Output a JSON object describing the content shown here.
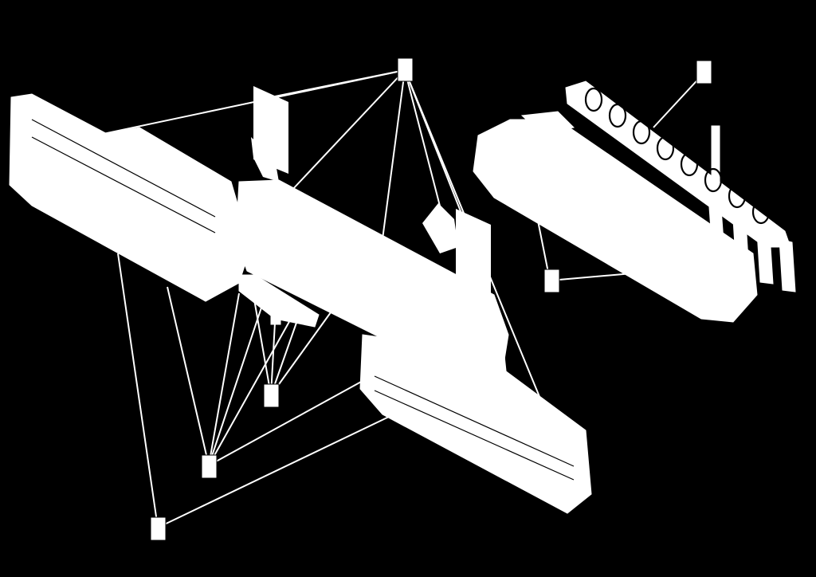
{
  "diagram": {
    "background_color": "#000000",
    "foreground_color": "#ffffff",
    "description_labels": [],
    "parts": [
      "main-boom-assembly",
      "left-roller-drum",
      "right-roller-drum",
      "detached-roller-with-tines",
      "upper-mounting-plate",
      "middle-mounting-plate"
    ],
    "callout_count": 7
  }
}
